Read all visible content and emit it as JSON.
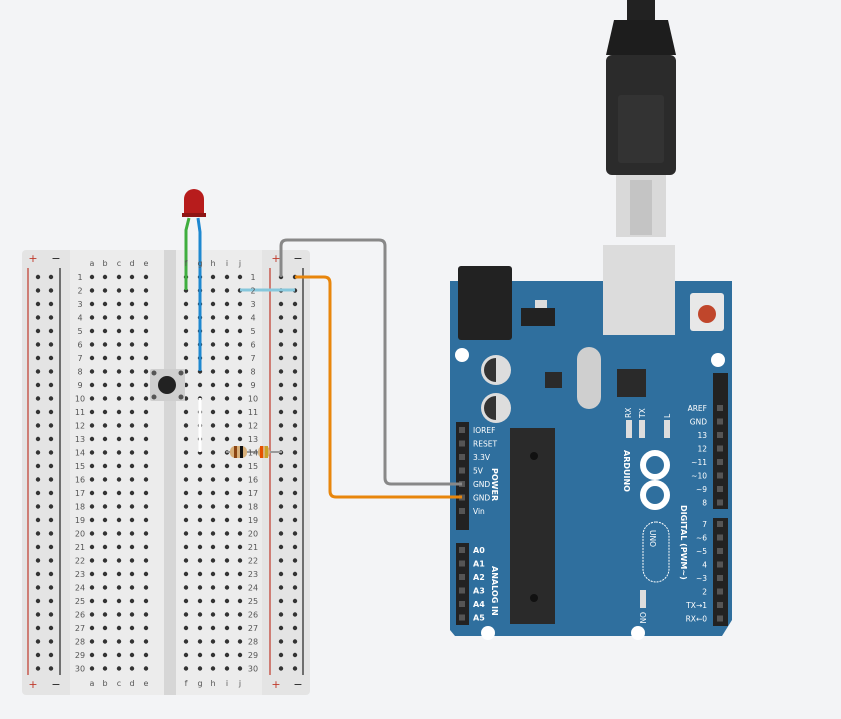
{
  "breadboard": {
    "columns_left": [
      "a",
      "b",
      "c",
      "d",
      "e"
    ],
    "columns_right": [
      "f",
      "g",
      "h",
      "i",
      "j"
    ],
    "rail_plus": "+",
    "rail_minus": "−",
    "rows": 30
  },
  "arduino": {
    "brand": "ARDUINO",
    "model": "UNO",
    "power_header_title": "POWER",
    "power_pins": [
      "IOREF",
      "RESET",
      "3.3V",
      "5V",
      "GND",
      "GND",
      "Vin"
    ],
    "analog_header_title": "ANALOG IN",
    "analog_pins": [
      "A0",
      "A1",
      "A2",
      "A3",
      "A4",
      "A5"
    ],
    "digital_header_title": "DIGITAL (PWM~)",
    "digital_pins_top": [
      "AREF",
      "GND",
      "13",
      "12",
      "~11",
      "~10",
      "~9",
      "8"
    ],
    "digital_pins_bottom": [
      "7",
      "~6",
      "~5",
      "4",
      "~3",
      "2",
      "TX→1",
      "RX←0"
    ],
    "led_labels": {
      "rx": "RX",
      "tx": "TX",
      "l": "L",
      "on": "ON"
    }
  },
  "colors": {
    "board": "#2f6f9e",
    "wire_gray": "#8c8c8c",
    "wire_orange": "#e8860c",
    "wire_green": "#3fae3f",
    "wire_blue": "#1e88d0",
    "wire_lightblue": "#86c7dc",
    "led": "#b71c1c"
  }
}
